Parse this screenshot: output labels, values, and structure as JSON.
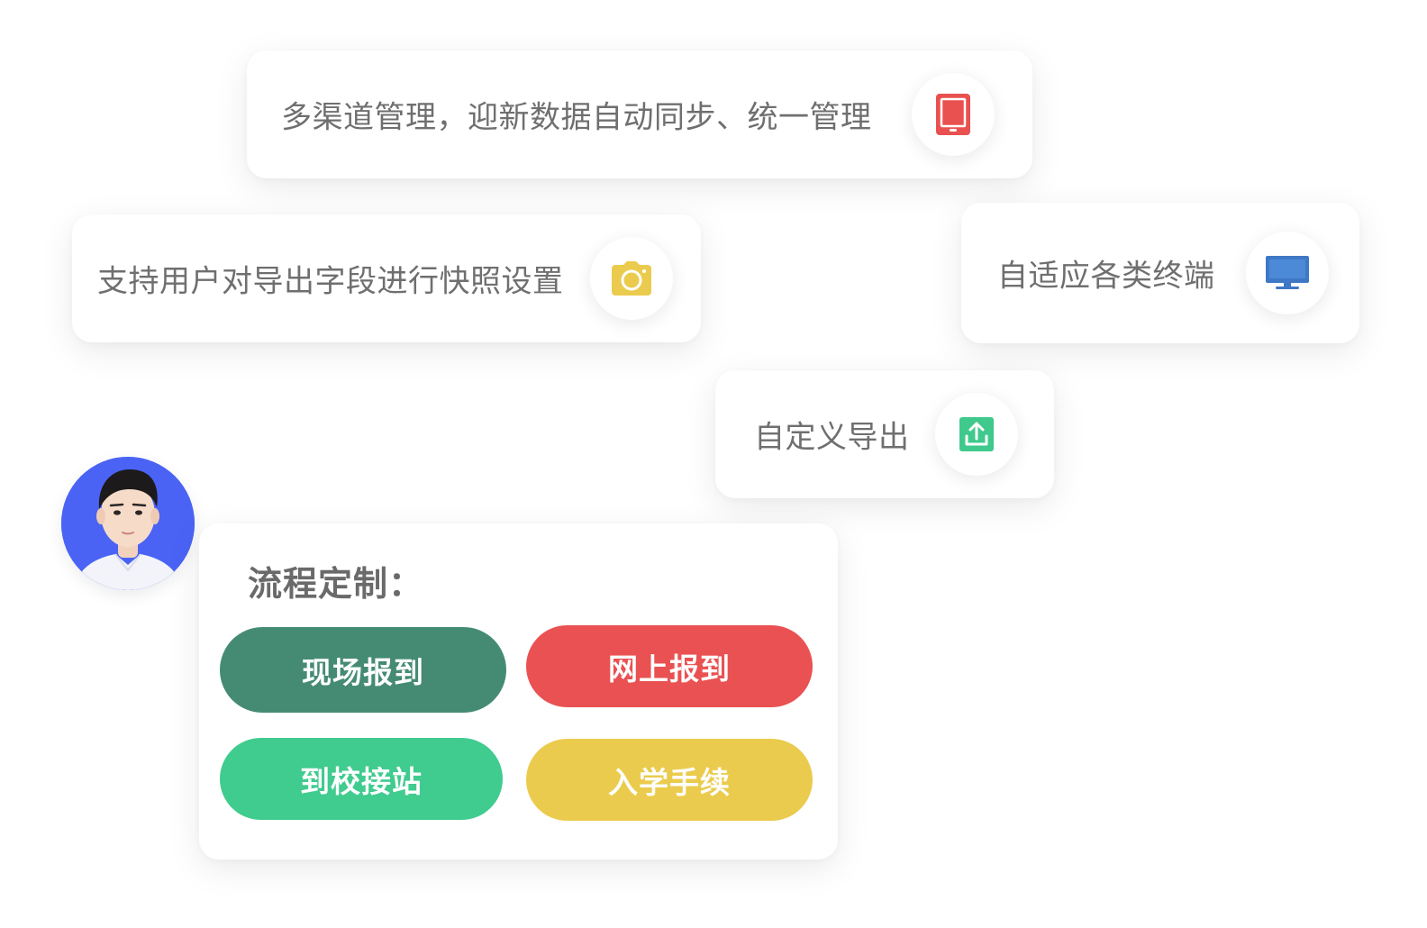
{
  "features": {
    "multi_channel": {
      "text": "多渠道管理，迎新数据自动同步、统一管理",
      "icon": "tablet-icon",
      "icon_color": "#e8514f"
    },
    "snapshot": {
      "text": "支持用户对导出字段进行快照设置",
      "icon": "camera-icon",
      "icon_color": "#ebcb4d"
    },
    "adaptive": {
      "text": "自适应各类终端",
      "icon": "monitor-icon",
      "icon_color": "#3f78c6"
    },
    "export": {
      "text": "自定义导出",
      "icon": "upload-icon",
      "icon_color": "#40c98c"
    }
  },
  "flow": {
    "title": "流程定制：",
    "buttons": [
      {
        "label": "现场报到",
        "color": "#458b73"
      },
      {
        "label": "网上报到",
        "color": "#ea5152"
      },
      {
        "label": "到校接站",
        "color": "#40cb8f"
      },
      {
        "label": "入学手续",
        "color": "#ebcb4d"
      }
    ]
  },
  "avatar": {
    "icon": "user-avatar",
    "background": "#4a63f5"
  }
}
